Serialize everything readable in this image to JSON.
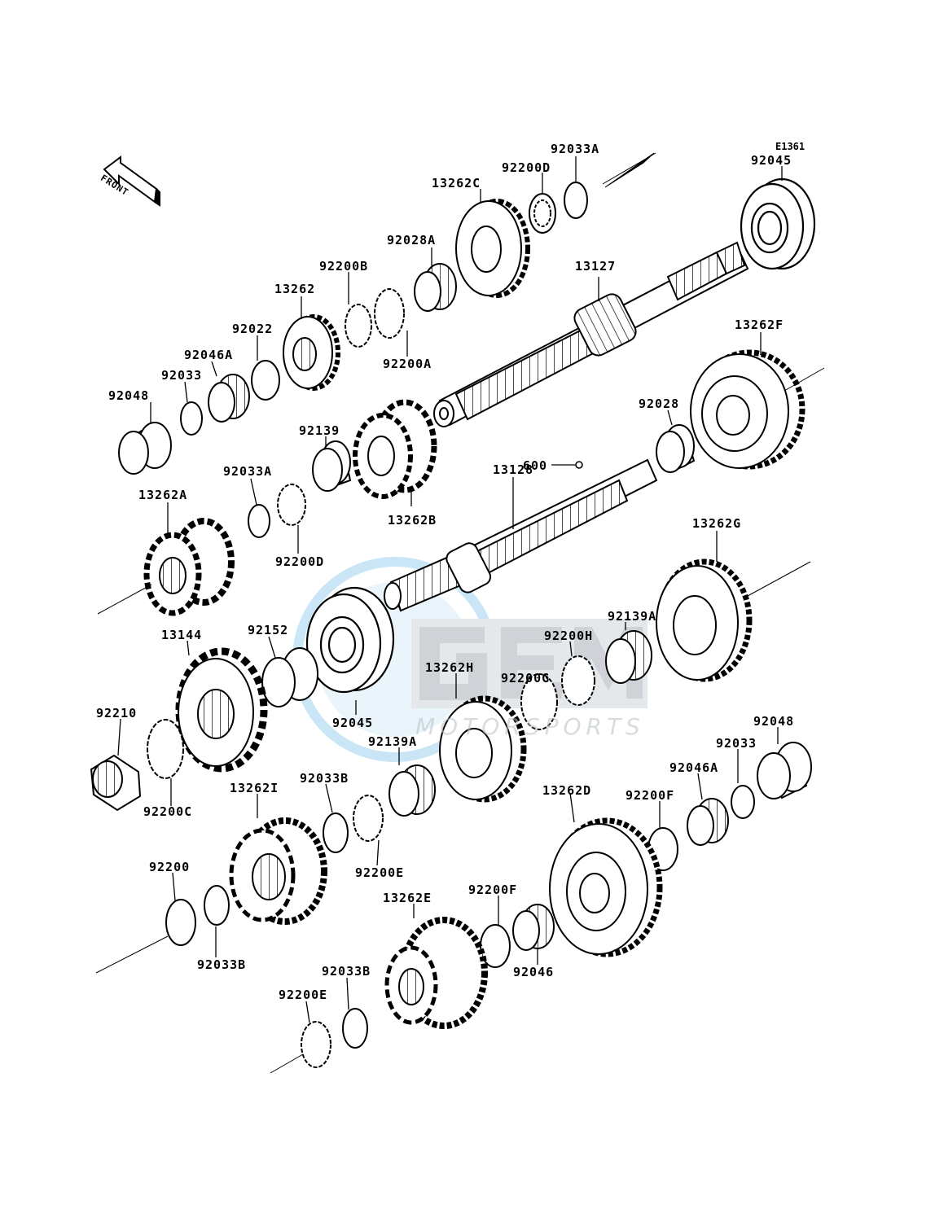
{
  "diagram": {
    "ref_code": "E1361",
    "front_label": "FRONT",
    "watermark": {
      "main": "GEM",
      "sub": "MOTORSPORTS"
    },
    "parts": [
      {
        "id": "92033A_top",
        "label": "92033A"
      },
      {
        "id": "92045_top",
        "label": "92045"
      },
      {
        "id": "92200D_top",
        "label": "92200D"
      },
      {
        "id": "13262C",
        "label": "13262C"
      },
      {
        "id": "92028A",
        "label": "92028A"
      },
      {
        "id": "13127",
        "label": "13127"
      },
      {
        "id": "92200B",
        "label": "92200B"
      },
      {
        "id": "13262",
        "label": "13262"
      },
      {
        "id": "92022",
        "label": "92022"
      },
      {
        "id": "92046A_left",
        "label": "92046A"
      },
      {
        "id": "92200A",
        "label": "92200A"
      },
      {
        "id": "13262F",
        "label": "13262F"
      },
      {
        "id": "92033_left",
        "label": "92033"
      },
      {
        "id": "92048_left",
        "label": "92048"
      },
      {
        "id": "92028",
        "label": "92028"
      },
      {
        "id": "92139",
        "label": "92139"
      },
      {
        "id": "600",
        "label": "600"
      },
      {
        "id": "92033A_mid",
        "label": "92033A"
      },
      {
        "id": "13128",
        "label": "13128"
      },
      {
        "id": "13262A",
        "label": "13262A"
      },
      {
        "id": "13262B",
        "label": "13262B"
      },
      {
        "id": "13262G",
        "label": "13262G"
      },
      {
        "id": "92200D_mid",
        "label": "92200D"
      },
      {
        "id": "92139A_right",
        "label": "92139A"
      },
      {
        "id": "13144",
        "label": "13144"
      },
      {
        "id": "92152",
        "label": "92152"
      },
      {
        "id": "92200H",
        "label": "92200H"
      },
      {
        "id": "92200G",
        "label": "92200G"
      },
      {
        "id": "13262H",
        "label": "13262H"
      },
      {
        "id": "92045_mid",
        "label": "92045"
      },
      {
        "id": "92210",
        "label": "92210"
      },
      {
        "id": "92048_right",
        "label": "92048"
      },
      {
        "id": "92139A_mid",
        "label": "92139A"
      },
      {
        "id": "92033_right",
        "label": "92033"
      },
      {
        "id": "92046A_right",
        "label": "92046A"
      },
      {
        "id": "92200C",
        "label": "92200C"
      },
      {
        "id": "92033B_mid",
        "label": "92033B"
      },
      {
        "id": "13262I",
        "label": "13262I"
      },
      {
        "id": "13262D",
        "label": "13262D"
      },
      {
        "id": "92200F_right",
        "label": "92200F"
      },
      {
        "id": "92200E_mid",
        "label": "92200E"
      },
      {
        "id": "92200",
        "label": "92200"
      },
      {
        "id": "92200F_mid",
        "label": "92200F"
      },
      {
        "id": "13262E",
        "label": "13262E"
      },
      {
        "id": "92033B_left",
        "label": "92033B"
      },
      {
        "id": "92046",
        "label": "92046"
      },
      {
        "id": "92033B_bottom",
        "label": "92033B"
      },
      {
        "id": "92200E_bottom",
        "label": "92200E"
      }
    ]
  }
}
